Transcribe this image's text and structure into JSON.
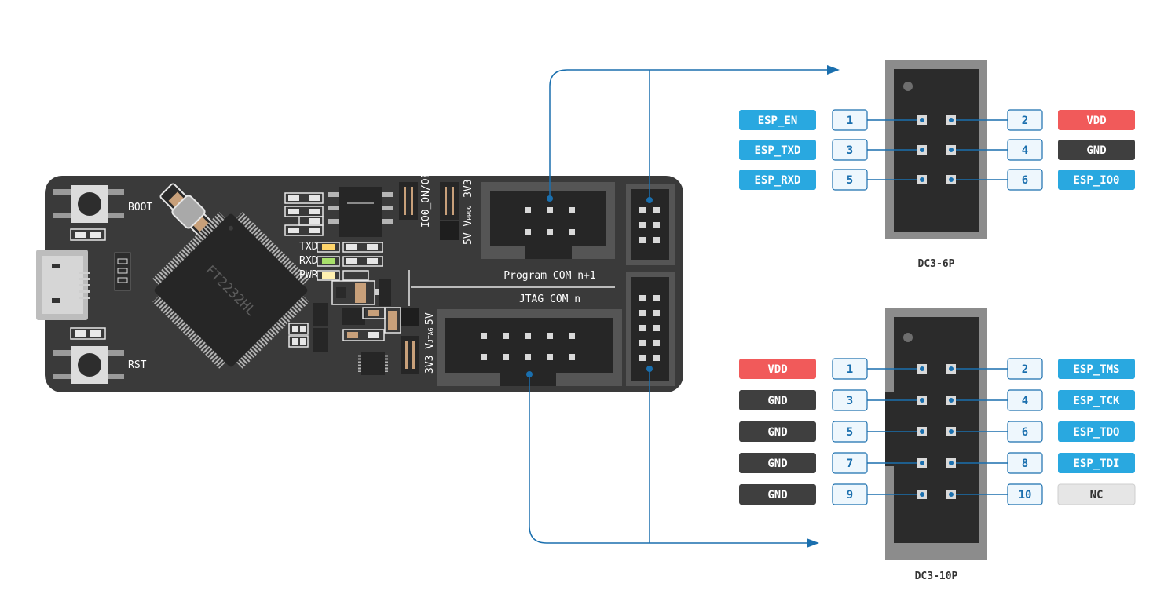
{
  "colors": {
    "blue": "#29a8e0",
    "red": "#f15a5a",
    "dark": "#3f3f3f",
    "light": "#e6e6e6",
    "wire": "#1a6fae",
    "board": "#3a3a3a"
  },
  "board": {
    "chip_label": "FT2232HL",
    "boot_label": "BOOT",
    "rst_label": "RST",
    "txd_label": "TXD",
    "rxd_label": "RXD",
    "pwr_label": "PWR",
    "io0_label": "IO0_ON/OFF",
    "vprog_label": "5V V",
    "vprog_sub": "PROG",
    "vprog_end": "3V3",
    "vjtag_label": "3V3 V",
    "vjtag_sub": "JTAG",
    "vjtag_end": "5V",
    "program_label": "Program COM n+1",
    "jtag_label": "JTAG COM n"
  },
  "dc3_6p": {
    "caption": "DC3-6P",
    "pins": [
      {
        "num": "1",
        "name": "ESP_EN",
        "color": "blue"
      },
      {
        "num": "2",
        "name": "VDD",
        "color": "red"
      },
      {
        "num": "3",
        "name": "ESP_TXD",
        "color": "blue"
      },
      {
        "num": "4",
        "name": "GND",
        "color": "dark"
      },
      {
        "num": "5",
        "name": "ESP_RXD",
        "color": "blue"
      },
      {
        "num": "6",
        "name": "ESP_IO0",
        "color": "blue"
      }
    ]
  },
  "dc3_10p": {
    "caption": "DC3-10P",
    "pins": [
      {
        "num": "1",
        "name": "VDD",
        "color": "red"
      },
      {
        "num": "2",
        "name": "ESP_TMS",
        "color": "blue"
      },
      {
        "num": "3",
        "name": "GND",
        "color": "dark"
      },
      {
        "num": "4",
        "name": "ESP_TCK",
        "color": "blue"
      },
      {
        "num": "5",
        "name": "GND",
        "color": "dark"
      },
      {
        "num": "6",
        "name": "ESP_TDO",
        "color": "blue"
      },
      {
        "num": "7",
        "name": "GND",
        "color": "dark"
      },
      {
        "num": "8",
        "name": "ESP_TDI",
        "color": "blue"
      },
      {
        "num": "9",
        "name": "GND",
        "color": "dark"
      },
      {
        "num": "10",
        "name": "NC",
        "color": "light"
      }
    ]
  }
}
